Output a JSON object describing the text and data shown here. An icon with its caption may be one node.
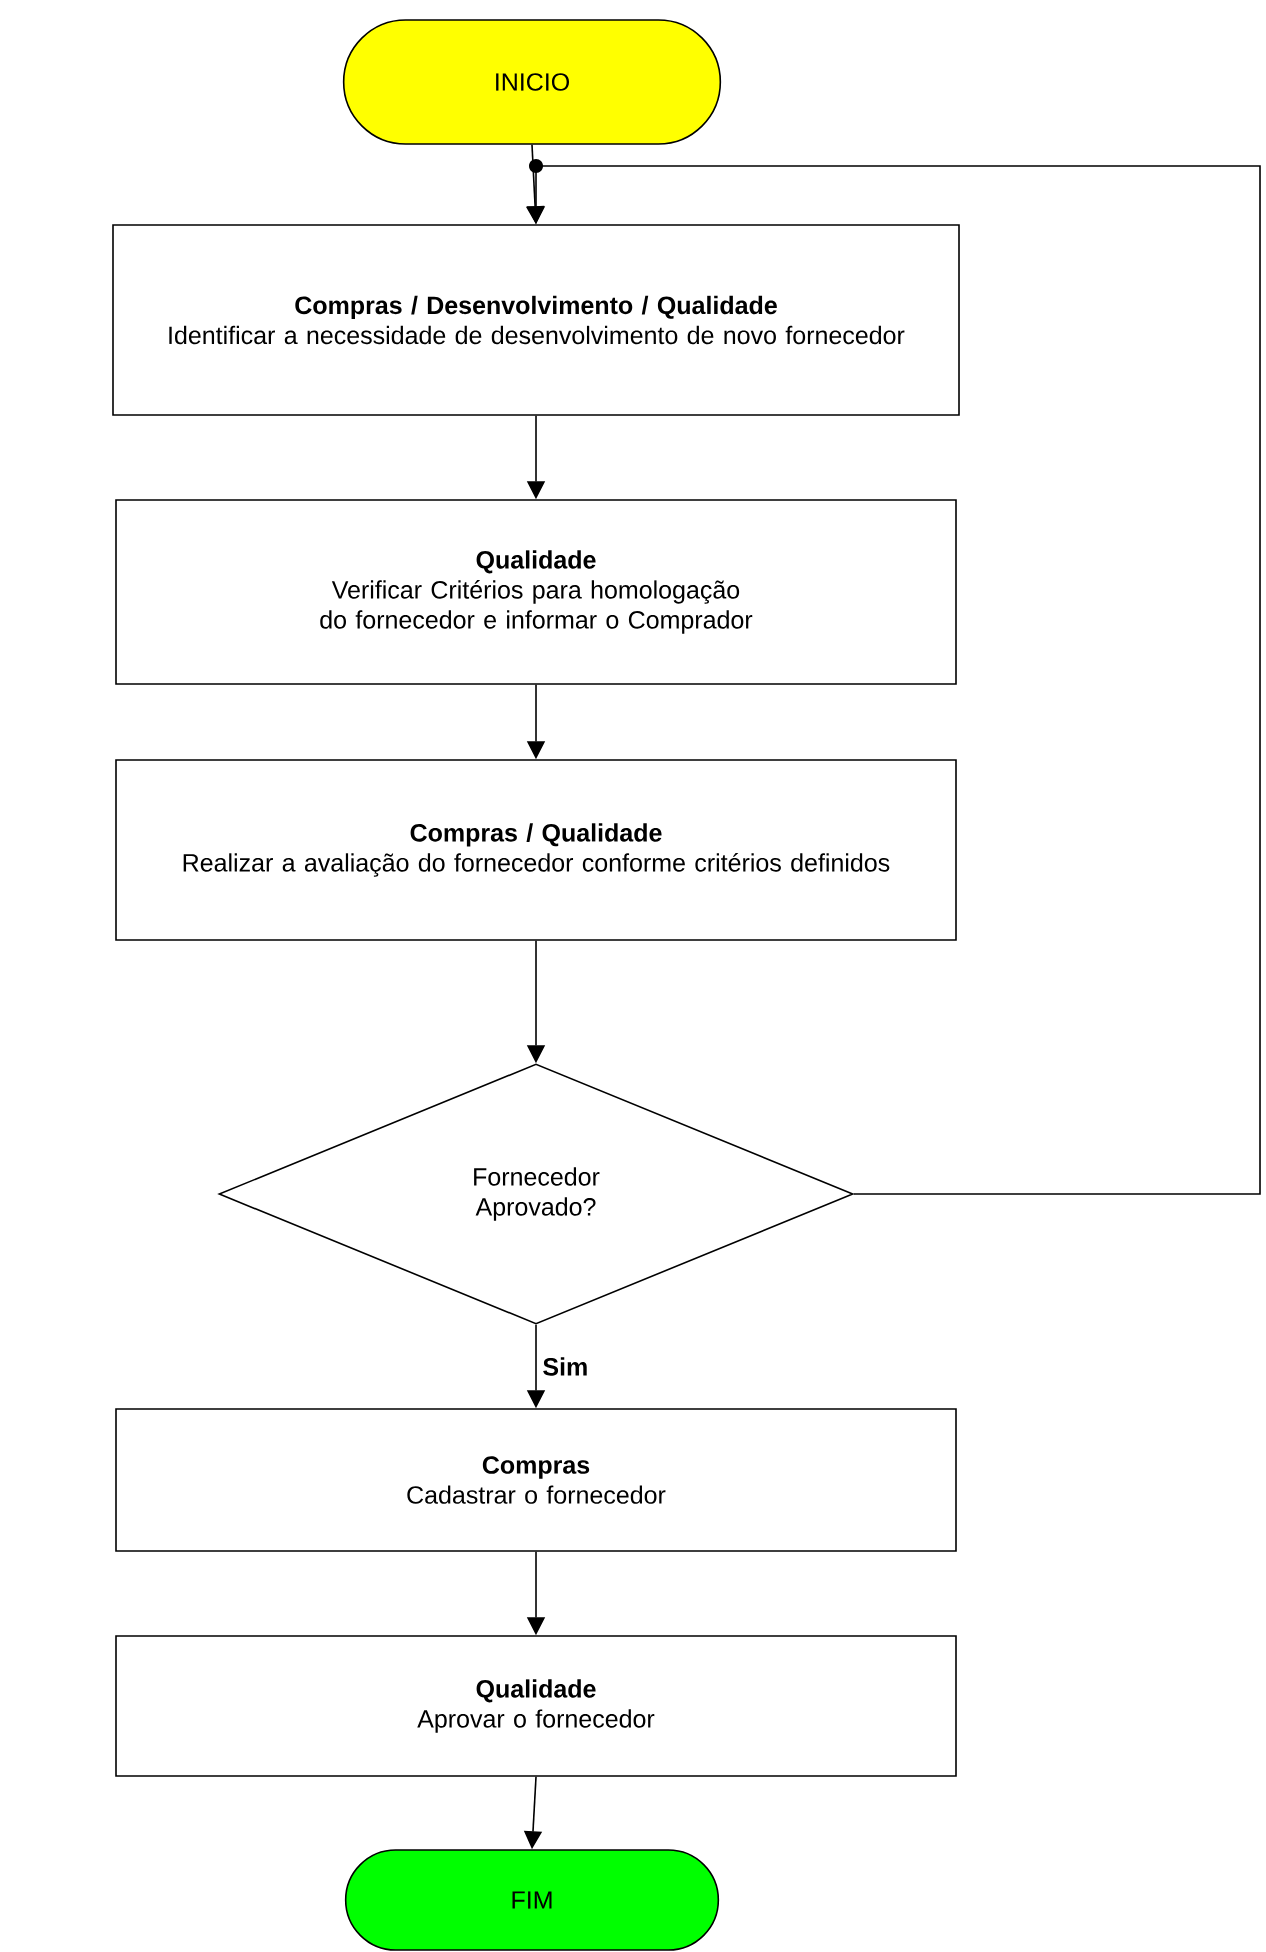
{
  "diagram": {
    "nodes": [
      {
        "text": [
          "INICIO"
        ]
      },
      {
        "text": [
          "Compras / Desenvolvimento / Qualidade",
          "Identificar a necessidade de desenvolvimento de novo fornecedor"
        ]
      },
      {
        "text": [
          "Qualidade",
          "Verificar Critérios para homologação do fornecedor e informar o Comprador"
        ]
      },
      {
        "text": [
          "Compras / Qualidade",
          "Realizar a avaliação do fornecedor conforme critérios definidos"
        ]
      },
      {
        "text": [
          "Fornecedor Aprovado?"
        ]
      },
      {
        "text": [
          "Compras",
          "Cadastrar o fornecedor"
        ]
      },
      {
        "text": [
          "Qualidade",
          "Aprovar o fornecedor"
        ]
      },
      {
        "text": [
          "FIM"
        ]
      }
    ],
    "edges": [
      {
        "from": 0,
        "to": 1,
        "arrow": "to"
      },
      {
        "from": 1,
        "to": 2,
        "arrow": "to"
      },
      {
        "from": 2,
        "to": 3,
        "arrow": "to"
      },
      {
        "from": 3,
        "to": 4,
        "arrow": "to"
      },
      {
        "from": 4,
        "to": 5,
        "arrow": "to",
        "label": "Sim"
      },
      {
        "from": 5,
        "to": 6,
        "arrow": "to"
      },
      {
        "from": 6,
        "to": 7,
        "arrow": "to"
      },
      {
        "from": 4,
        "to": 1,
        "arrow": "to"
      }
    ]
  }
}
